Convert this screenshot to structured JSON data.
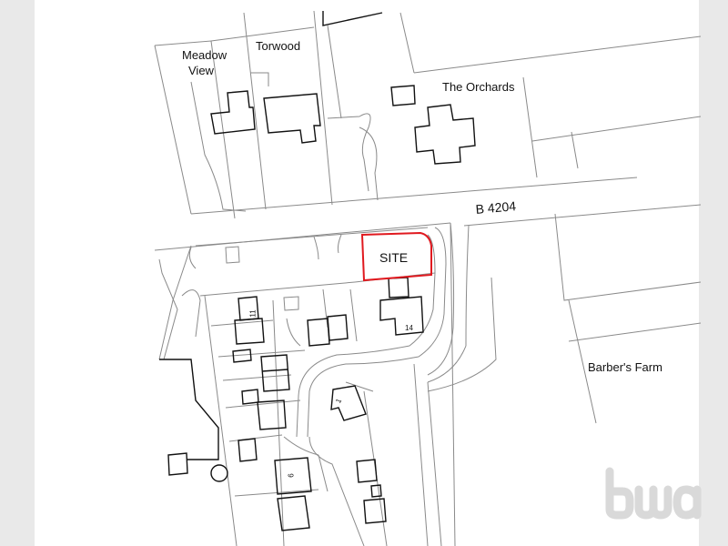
{
  "places": {
    "meadow_view_line1": "Meadow",
    "meadow_view_line2": "View",
    "torwood": "Torwood",
    "the_orchards": "The Orchards",
    "barbers_farm": "Barber's Farm"
  },
  "road": {
    "name": "B 4204"
  },
  "site": {
    "label": "SITE",
    "outline_color": "#e0191f"
  },
  "house_numbers": {
    "n11": "11",
    "n14": "14",
    "n1": "1",
    "n6": "6"
  },
  "logo": {
    "text": "bwa",
    "color": "#dcdcdc"
  }
}
